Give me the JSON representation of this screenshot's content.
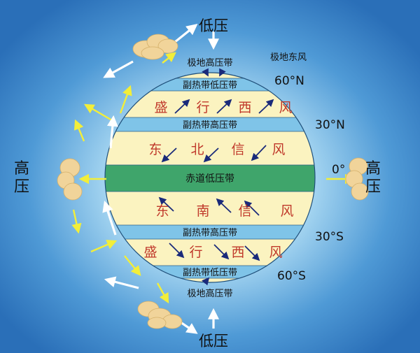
{
  "labels": {
    "low_top": "低压",
    "low_bottom": "低压",
    "high_left": "高压",
    "high_right": "高压",
    "polar_easterlies": "极地东风",
    "polar_high_n": "极地高压带",
    "polar_high_s": "极地高压带",
    "subpolar_low_n": "副热带低压带",
    "subpolar_low_s": "副热带低压带",
    "subtropical_high_n": "副热带高压带",
    "subtropical_high_s": "副热带高压带",
    "equatorial_low": "赤道低压带",
    "westerlies_n": [
      "盛",
      "行",
      "西",
      "风"
    ],
    "trade_ne": [
      "东",
      "北",
      "信",
      "风"
    ],
    "trade_se": [
      "东",
      "南",
      "信",
      "风"
    ],
    "westerlies_s": [
      "盛",
      "行",
      "西",
      "风"
    ],
    "lat_60n": "60°N",
    "lat_30n": "30°N",
    "lat_0": "0°",
    "lat_30s": "30°S",
    "lat_60s": "60°S"
  },
  "colors": {
    "background": "#2a6fb8",
    "glow": "#bfe3f7",
    "pressure_band": "#7fc4e8",
    "wind_band": "#fbf3c0",
    "equator_band": "#3fa56b",
    "wind_text": "#c0392b",
    "arrow_dark": "#1a2a7a",
    "arrow_yellow": "#f2ee3a"
  }
}
